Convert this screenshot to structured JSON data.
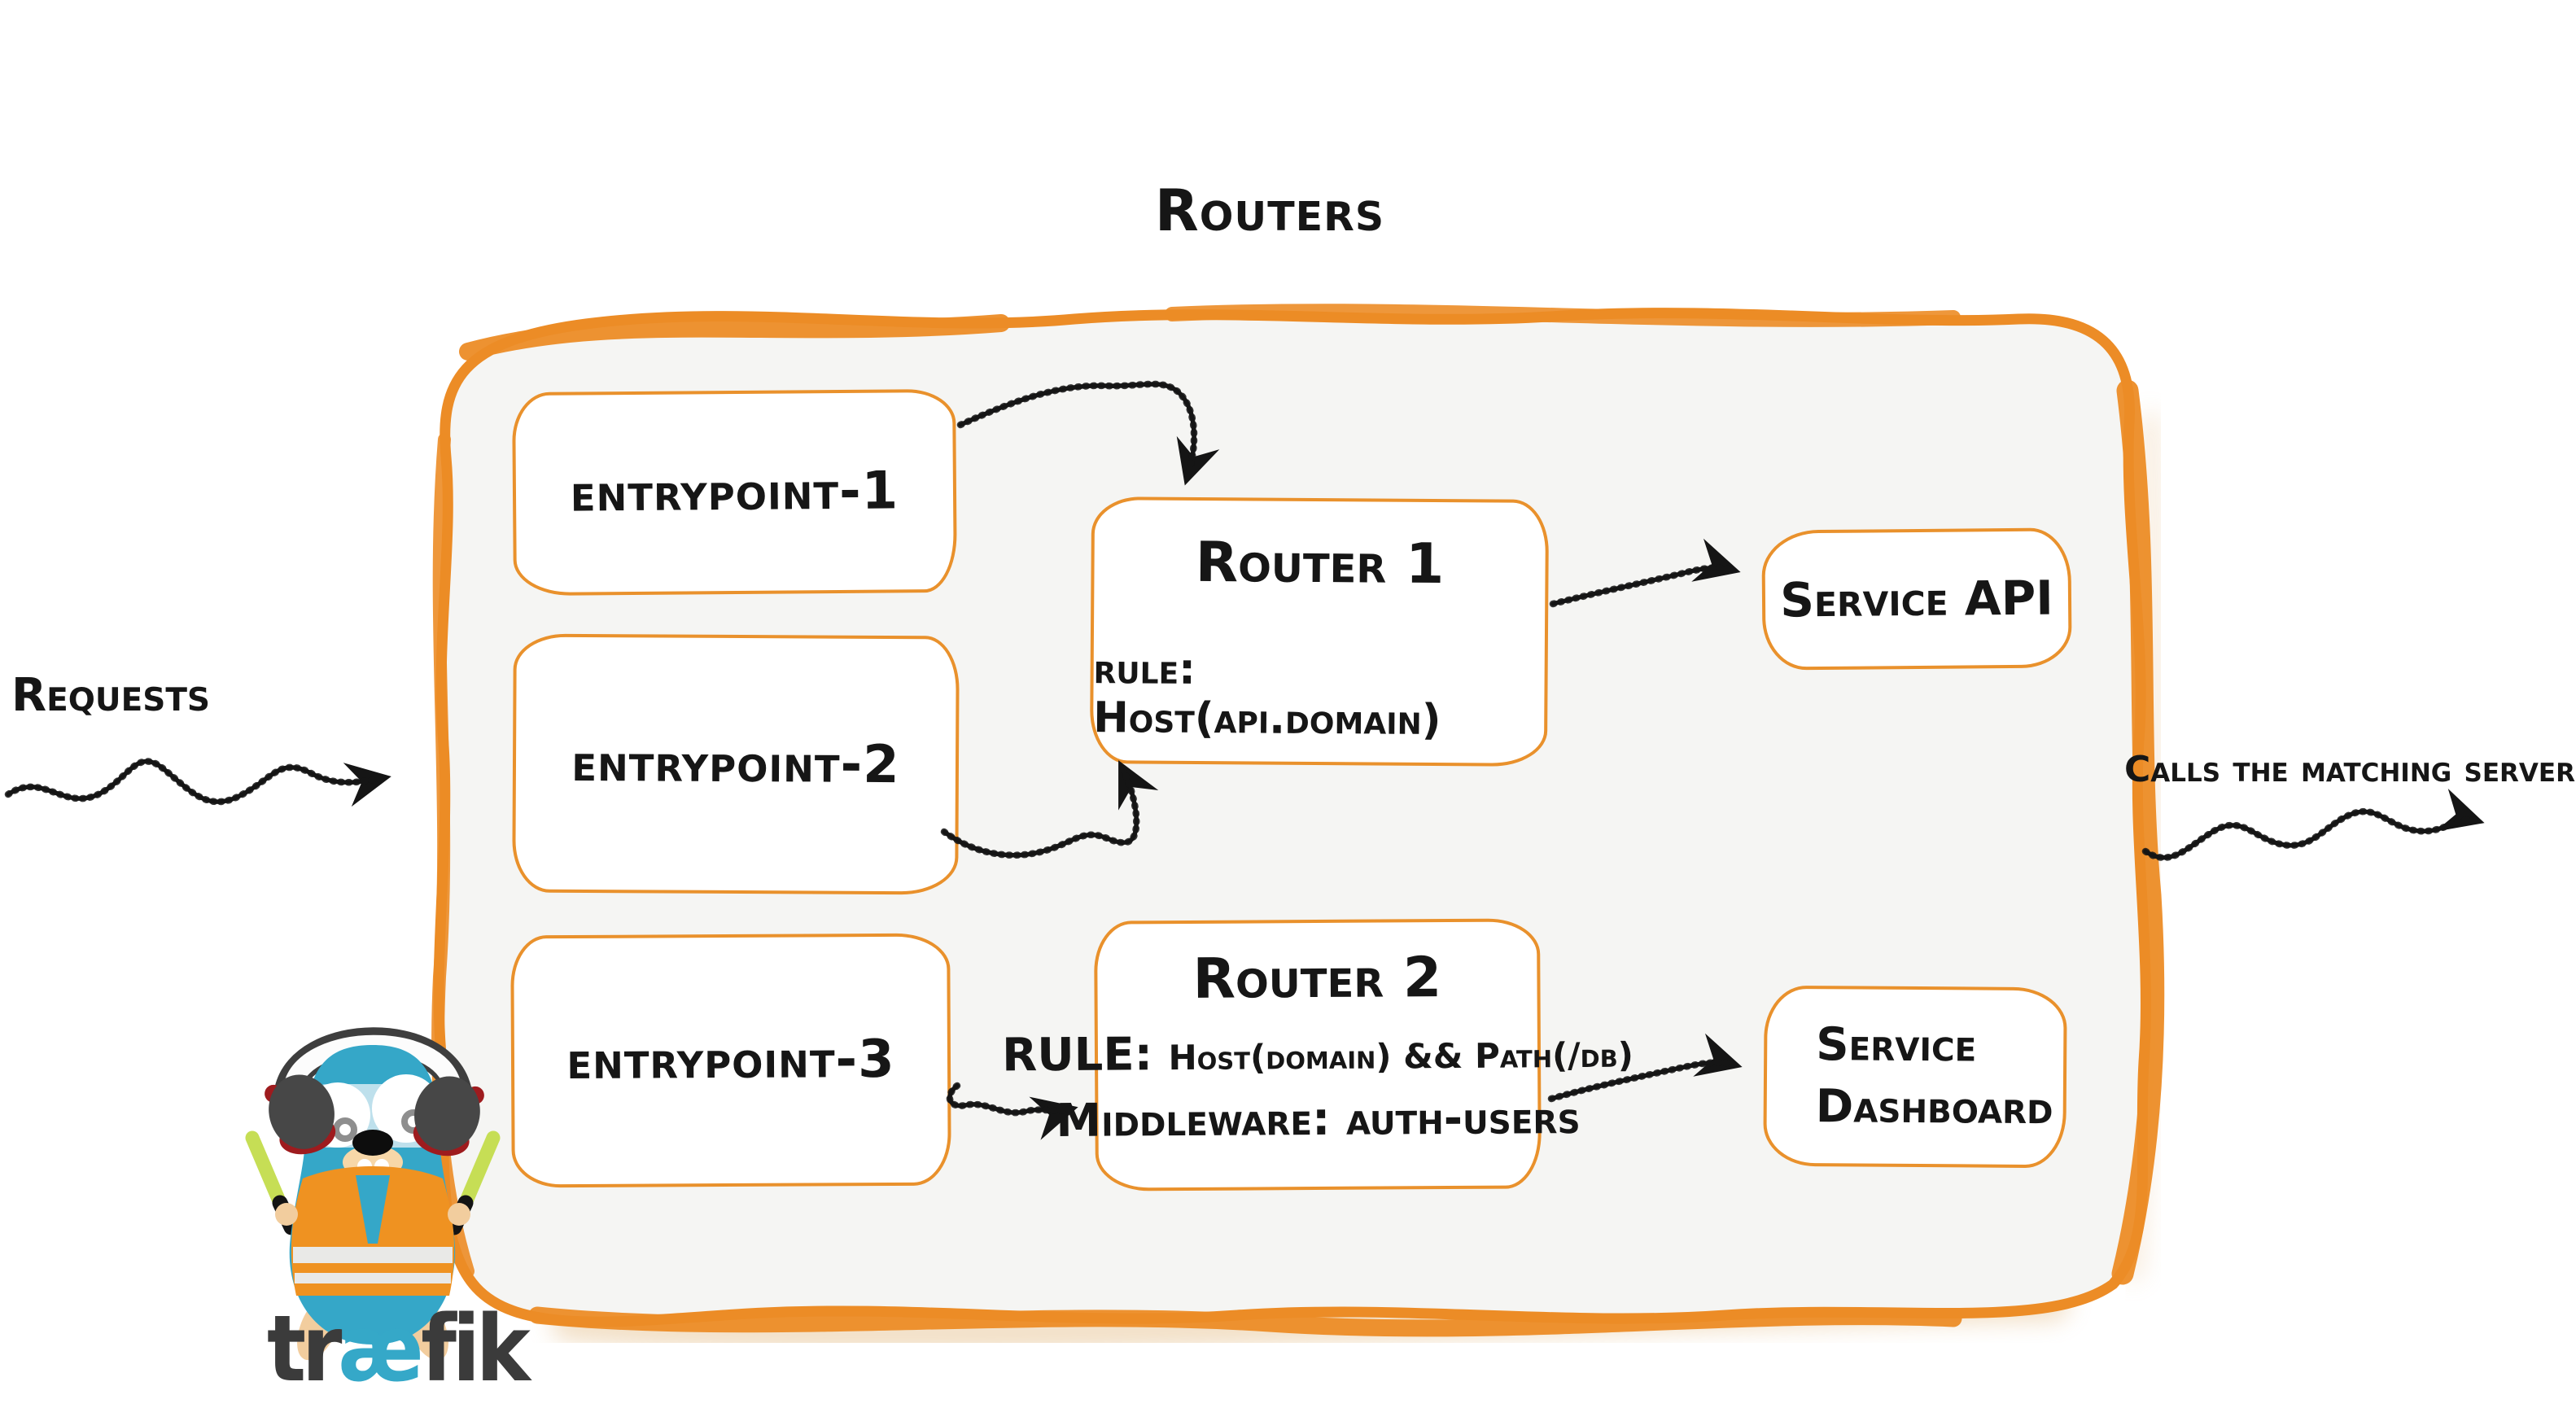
{
  "diagram": {
    "title": "Routers",
    "incoming_label": "Requests",
    "outgoing_label": "Calls the matching server",
    "entrypoints": [
      {
        "label": "entrypoint-1"
      },
      {
        "label": "entrypoint-2"
      },
      {
        "label": "entrypoint-3"
      }
    ],
    "routers": [
      {
        "title": "Router 1",
        "rule_label": "rule:",
        "rule_value": "Host(api.domain)"
      },
      {
        "title": "Router 2",
        "rule_label": "RULE:",
        "rule_value": "Host(domain) && Path(/db)",
        "middleware": "Middleware: auth-users"
      }
    ],
    "services": [
      {
        "lines": [
          "Service API"
        ]
      },
      {
        "lines": [
          "Service",
          "Dashboard"
        ]
      }
    ],
    "arrows": [
      {
        "from": "Requests",
        "to": "routers container"
      },
      {
        "from": "entrypoint-1",
        "to": "Router 1"
      },
      {
        "from": "entrypoint-2",
        "to": "Router 1"
      },
      {
        "from": "entrypoint-3",
        "to": "Router 2"
      },
      {
        "from": "Router 1",
        "to": "Service API"
      },
      {
        "from": "Router 2",
        "to": "Service Dashboard"
      },
      {
        "from": "routers container",
        "to": "Calls the matching server"
      }
    ],
    "logo": {
      "word_prefix": "tr",
      "word_ligature": "æ",
      "word_suffix": "fik"
    },
    "colors": {
      "accent_orange": "#EC8C26",
      "box_border_orange": "#E9912C",
      "container_fill": "#F5F5F3",
      "ink": "#161616",
      "logo_teal": "#35A8C8",
      "logo_dark": "#3B3B3B",
      "mascot_blue": "#35A7C8",
      "vest_orange": "#EF9221",
      "wand_lime": "#C6DE55"
    }
  }
}
